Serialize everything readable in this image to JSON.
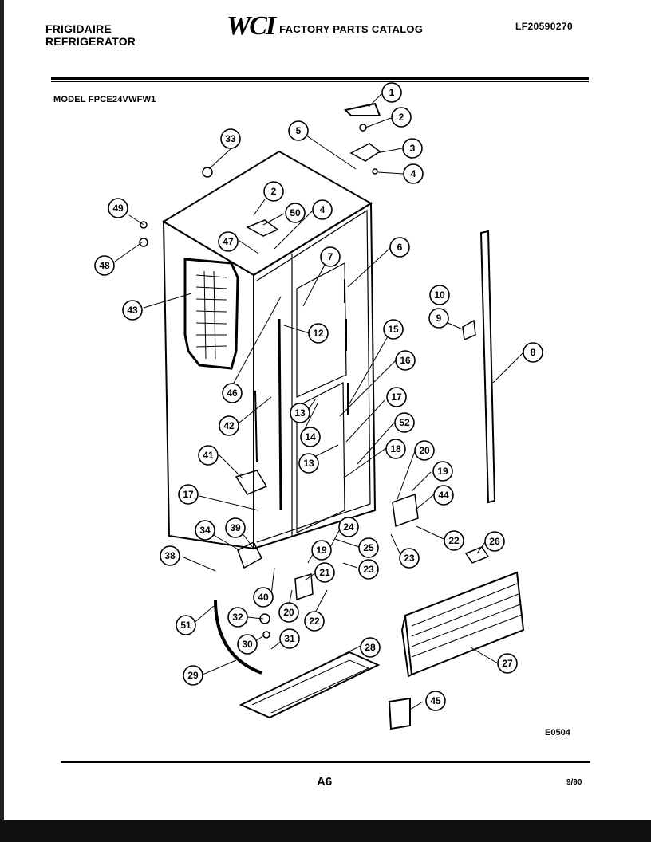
{
  "header": {
    "brand": "FRIGIDAIRE",
    "product": "REFRIGERATOR",
    "logo_text": "WCI",
    "catalog_title": "FACTORY PARTS CATALOG",
    "catalog_number": "LF20590270"
  },
  "model_label": "MODEL FPCE24VWFW1",
  "diagram_code": "E0504",
  "footer": {
    "page": "A6",
    "date": "9/90"
  },
  "callouts": [
    "1",
    "2",
    "3",
    "4",
    "5",
    "2",
    "33",
    "49",
    "48",
    "50",
    "4",
    "47",
    "6",
    "7",
    "43",
    "10",
    "9",
    "12",
    "15",
    "16",
    "46",
    "8",
    "42",
    "13",
    "17",
    "14",
    "52",
    "13",
    "18",
    "41",
    "20",
    "17",
    "19",
    "44",
    "34",
    "39",
    "24",
    "22",
    "26",
    "25",
    "19",
    "38",
    "23",
    "21",
    "23",
    "40",
    "51",
    "32",
    "20",
    "22",
    "30",
    "31",
    "28",
    "27",
    "29",
    "45"
  ]
}
